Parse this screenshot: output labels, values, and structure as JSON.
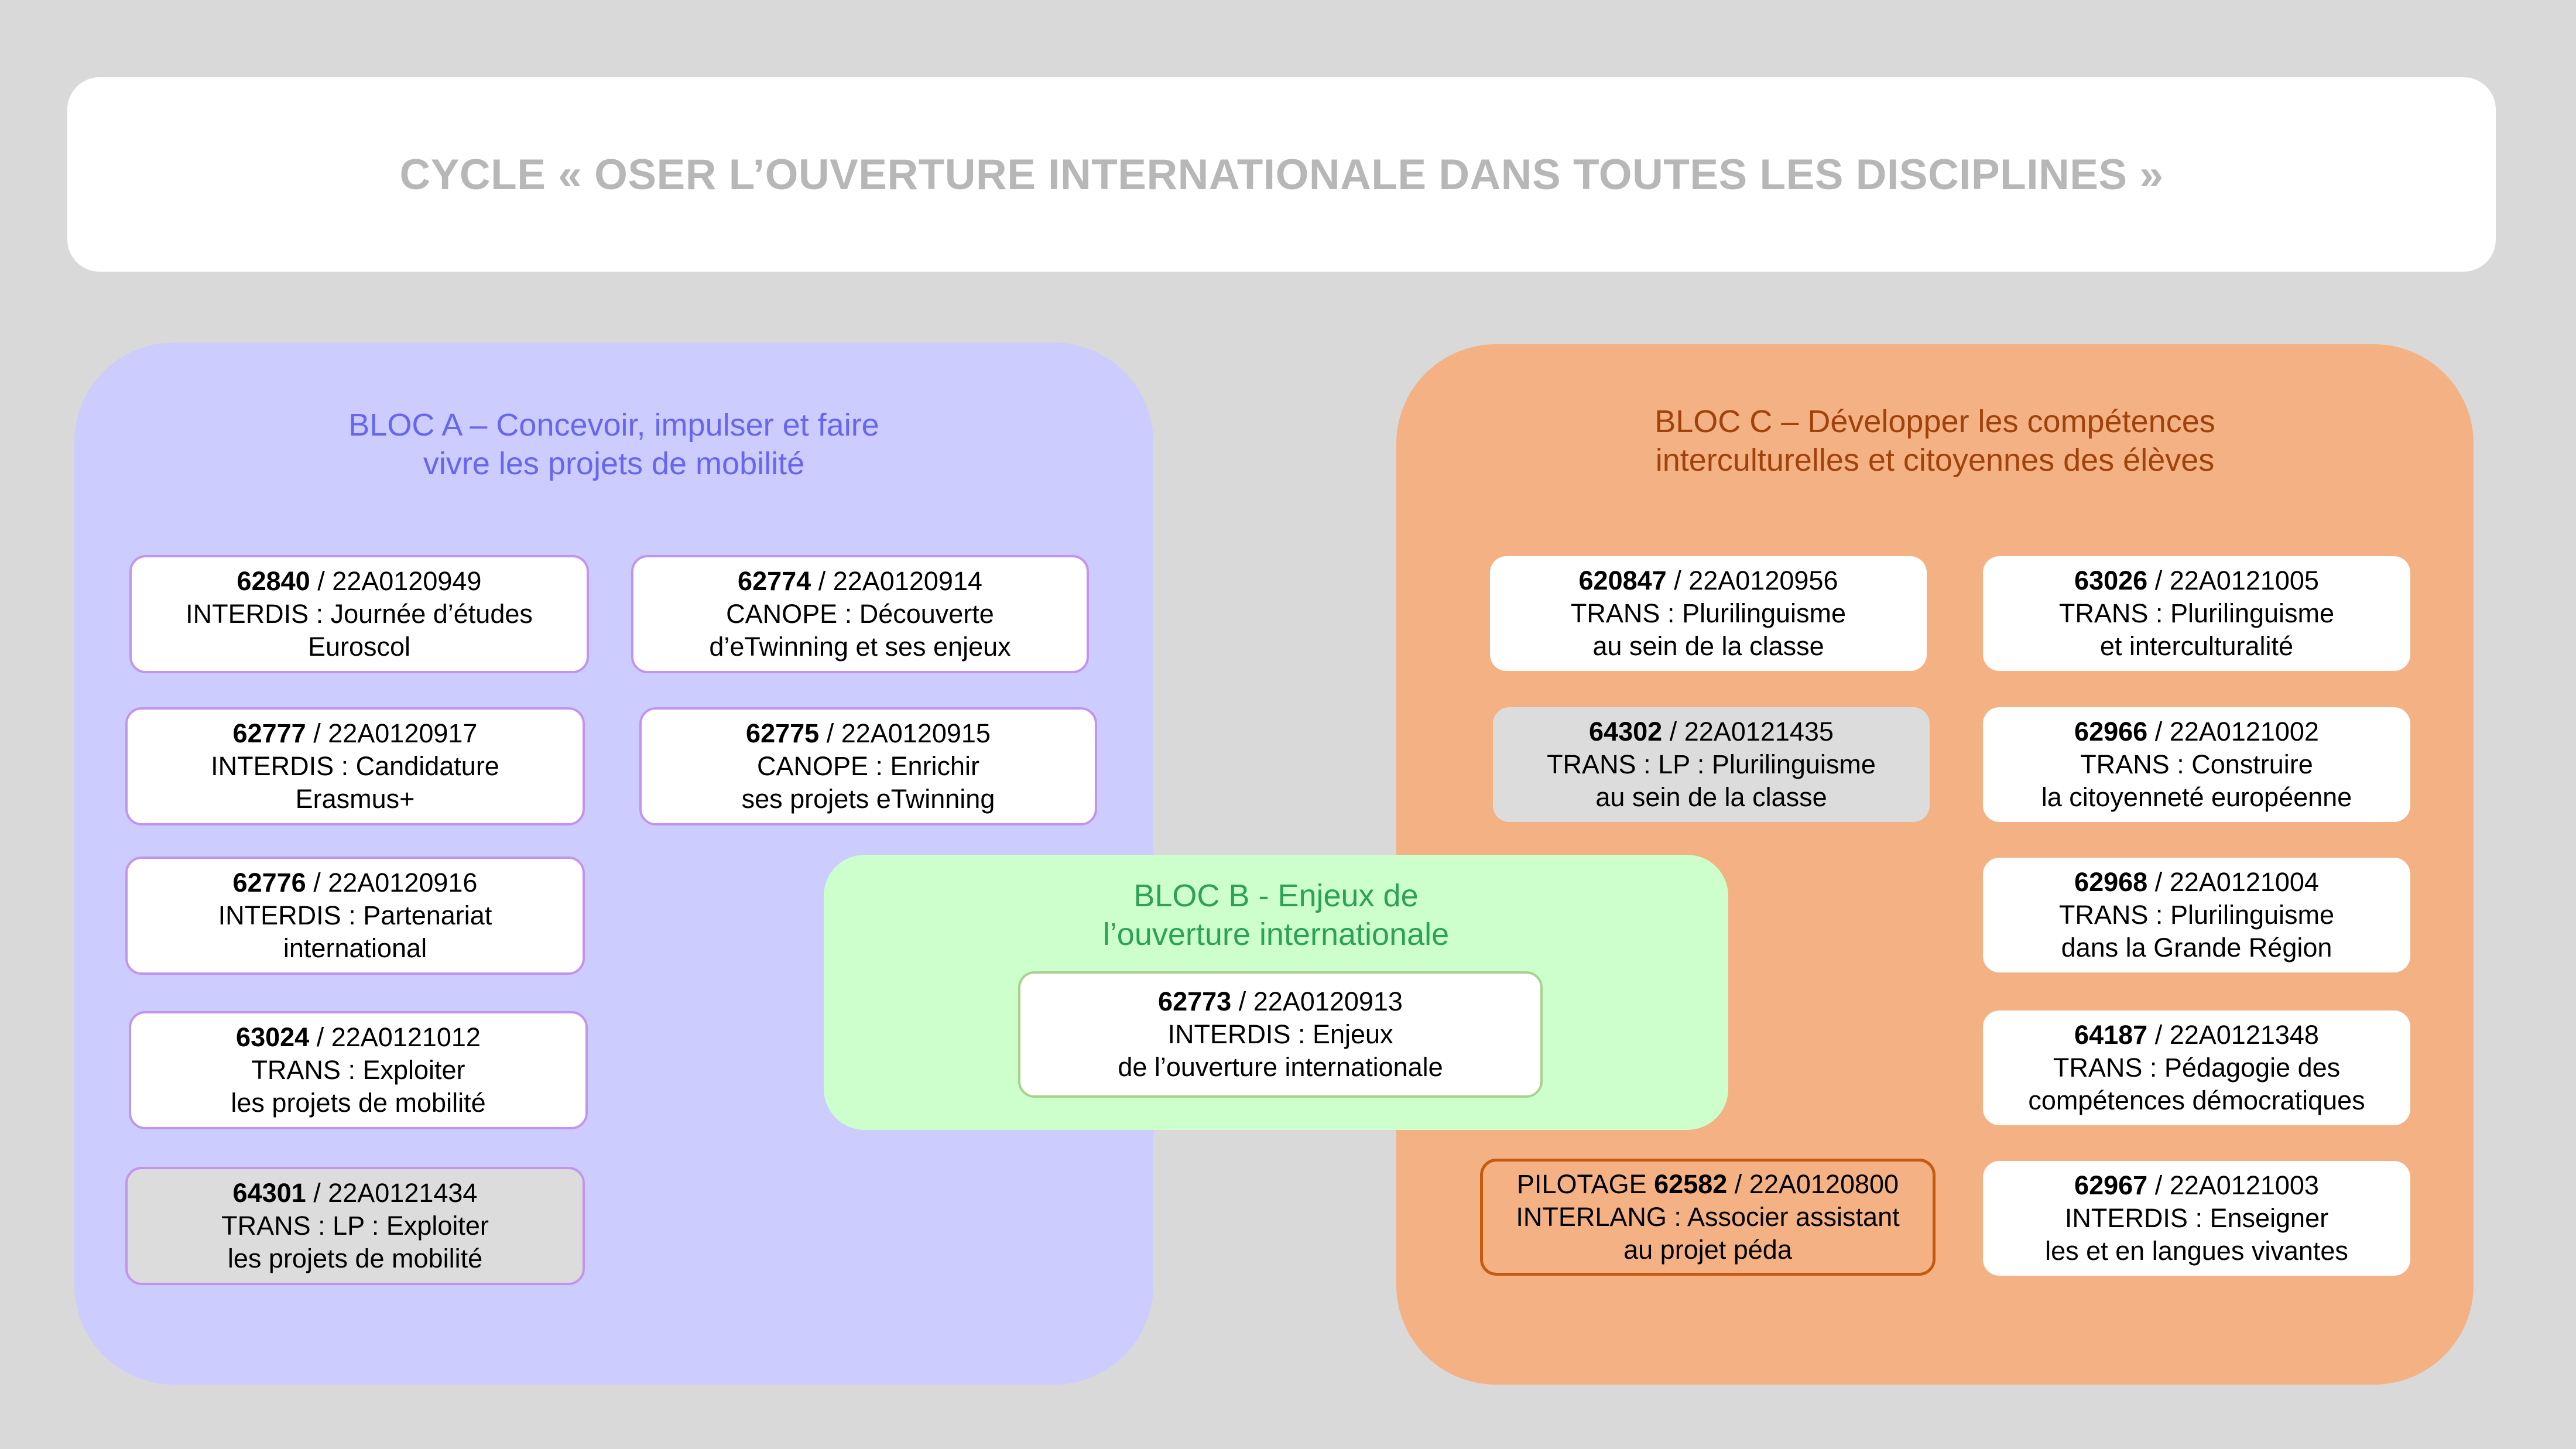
{
  "title": "CYCLE « OSER L’OUVERTURE INTERNATIONALE DANS TOUTES LES DISCIPLINES »",
  "blocs": {
    "a": {
      "title_line1": "BLOC A – Concevoir, impulser et faire",
      "title_line2": "vivre les projets de mobilité",
      "color": "#ccccff",
      "text_color": "#6666ee"
    },
    "b": {
      "title_line1": "BLOC B - Enjeux de",
      "title_line2": "l’ouverture internationale",
      "color": "#ccffcc",
      "text_color": "#2da155"
    },
    "c": {
      "title_line1": "BLOC C – Développer les compétences",
      "title_line2": "interculturelles et citoyennes des élèves",
      "color": "#f4b183",
      "text_color": "#a0420c"
    }
  },
  "cards": {
    "c62840": {
      "id": "62840",
      "code": " / 22A0120949",
      "line2": "INTERDIS : Journée d’études",
      "line3": "Euroscol"
    },
    "c62774": {
      "id": "62774",
      "code": " / 22A0120914",
      "line2": "CANOPE : Découverte",
      "line3": "d’eTwinning et ses enjeux"
    },
    "c62777": {
      "id": "62777",
      "code": " / 22A0120917",
      "line2": "INTERDIS : Candidature",
      "line3": "Erasmus+"
    },
    "c62775": {
      "id": "62775",
      "code": " / 22A0120915",
      "line2": "CANOPE : Enrichir",
      "line3": "ses projets eTwinning"
    },
    "c62776": {
      "id": "62776",
      "code": " / 22A0120916",
      "line2": "INTERDIS : Partenariat",
      "line3": "international"
    },
    "c63024": {
      "id": "63024",
      "code": " / 22A0121012",
      "line2": "TRANS : Exploiter",
      "line3": "les projets de mobilité"
    },
    "c64301": {
      "id": "64301",
      "code": " / 22A0121434",
      "line2": "TRANS : LP : Exploiter",
      "line3": "les projets de mobilité"
    },
    "c62773": {
      "id": "62773",
      "code": " / 22A0120913",
      "line2": "INTERDIS : Enjeux",
      "line3": "de l’ouverture internationale"
    },
    "c620847": {
      "id": "620847",
      "code": " / 22A0120956",
      "line2": "TRANS : Plurilinguisme",
      "line3": "au sein de la classe"
    },
    "c64302": {
      "id": "64302",
      "code": " / 22A0121435",
      "line2": "TRANS : LP : Plurilinguisme",
      "line3": "au sein de la classe"
    },
    "c62582": {
      "prefix": "PILOTAGE ",
      "id": "62582",
      "code": " / 22A0120800",
      "line2": "INTERLANG : Associer assistant",
      "line3": "au projet péda"
    },
    "c63026": {
      "id": "63026",
      "code": " / 22A0121005",
      "line2": "TRANS : Plurilinguisme",
      "line3": "et interculturalité"
    },
    "c62966": {
      "id": "62966",
      "code": " / 22A0121002",
      "line2": "TRANS : Construire",
      "line3": "la citoyenneté européenne"
    },
    "c62968": {
      "id": "62968",
      "code": " / 22A0121004",
      "line2": "TRANS : Plurilinguisme",
      "line3": "dans la Grande Région"
    },
    "c64187": {
      "id": "64187",
      "code": " / 22A0121348",
      "line2": "TRANS : Pédagogie des",
      "line3": "compétences démocratiques"
    },
    "c62967": {
      "id": "62967",
      "code": " / 22A0121003",
      "line2": "INTERDIS : Enseigner",
      "line3": "les et en langues vivantes"
    }
  }
}
